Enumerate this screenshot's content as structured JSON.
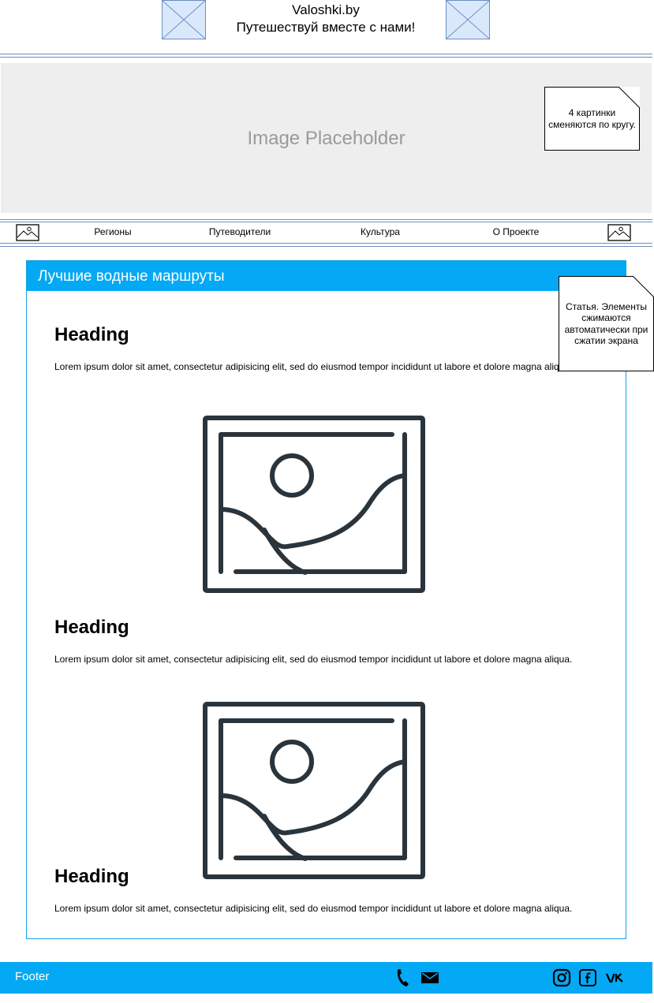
{
  "header": {
    "site_name": "Valoshki.by",
    "slogan": "Путешествуй вместе с нами!",
    "logo_left_icon": "image-placeholder-icon",
    "logo_right_icon": "image-placeholder-icon"
  },
  "hero": {
    "label": "Image Placeholder",
    "note": "4 картинки сменяются по кругу."
  },
  "nav": {
    "left_icon": "image-icon",
    "right_icon": "image-icon",
    "items": [
      {
        "label": "Регионы"
      },
      {
        "label": "Путеводители"
      },
      {
        "label": "Культура"
      },
      {
        "label": "О Проекте"
      }
    ]
  },
  "article": {
    "title": "Лучшие водные маршруты",
    "note": "Статья. Элементы сжимаются автоматически при сжатии экрана",
    "sections": [
      {
        "heading": "Heading",
        "text": "Lorem ipsum dolor sit amet, consectetur adipisicing elit, sed do eiusmod tempor incididunt ut labore et dolore magna aliqua."
      },
      {
        "heading": "Heading",
        "text": "Lorem ipsum dolor sit amet, consectetur adipisicing elit, sed do eiusmod tempor incididunt ut labore et dolore magna aliqua."
      },
      {
        "heading": "Heading",
        "text": "Lorem ipsum dolor sit amet, consectetur adipisicing elit, sed do eiusmod tempor incididunt ut labore et dolore magna aliqua."
      }
    ],
    "image_icon": "image-icon"
  },
  "footer": {
    "label": "Footer",
    "icons": [
      "phone-icon",
      "mail-icon",
      "instagram-icon",
      "facebook-icon",
      "vk-icon"
    ]
  },
  "colors": {
    "accent": "#03a9f4",
    "article_border": "#1ba1e2",
    "rule": "#6c8ebf",
    "placeholder_fill": "#dae8fc",
    "hero_fill": "#eeeeee",
    "icon_dark": "#2a343c"
  }
}
